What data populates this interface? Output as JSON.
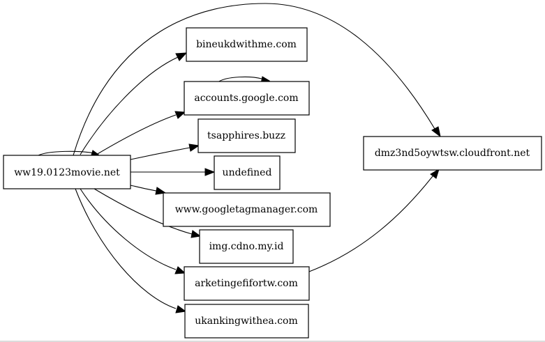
{
  "graph": {
    "nodes": [
      {
        "id": "root",
        "label": "ww19.0123movie.net"
      },
      {
        "id": "bineuk",
        "label": "bineukdwithme.com"
      },
      {
        "id": "accounts",
        "label": "accounts.google.com"
      },
      {
        "id": "tsapphires",
        "label": "tsapphires.buzz"
      },
      {
        "id": "undefined",
        "label": "undefined"
      },
      {
        "id": "gtm",
        "label": "www.googletagmanager.com"
      },
      {
        "id": "imgcdno",
        "label": "img.cdno.my.id"
      },
      {
        "id": "arketing",
        "label": "arketingefifortw.com"
      },
      {
        "id": "ukanking",
        "label": "ukankingwithea.com"
      },
      {
        "id": "cloudfront",
        "label": "dmz3nd5oywtsw.cloudfront.net"
      }
    ],
    "edges": [
      {
        "from": "root",
        "to": "root"
      },
      {
        "from": "root",
        "to": "bineuk"
      },
      {
        "from": "root",
        "to": "accounts"
      },
      {
        "from": "accounts",
        "to": "accounts"
      },
      {
        "from": "root",
        "to": "tsapphires"
      },
      {
        "from": "root",
        "to": "undefined"
      },
      {
        "from": "root",
        "to": "gtm"
      },
      {
        "from": "root",
        "to": "imgcdno"
      },
      {
        "from": "root",
        "to": "arketing"
      },
      {
        "from": "root",
        "to": "ukanking"
      },
      {
        "from": "root",
        "to": "cloudfront"
      },
      {
        "from": "arketing",
        "to": "cloudfront"
      }
    ]
  }
}
